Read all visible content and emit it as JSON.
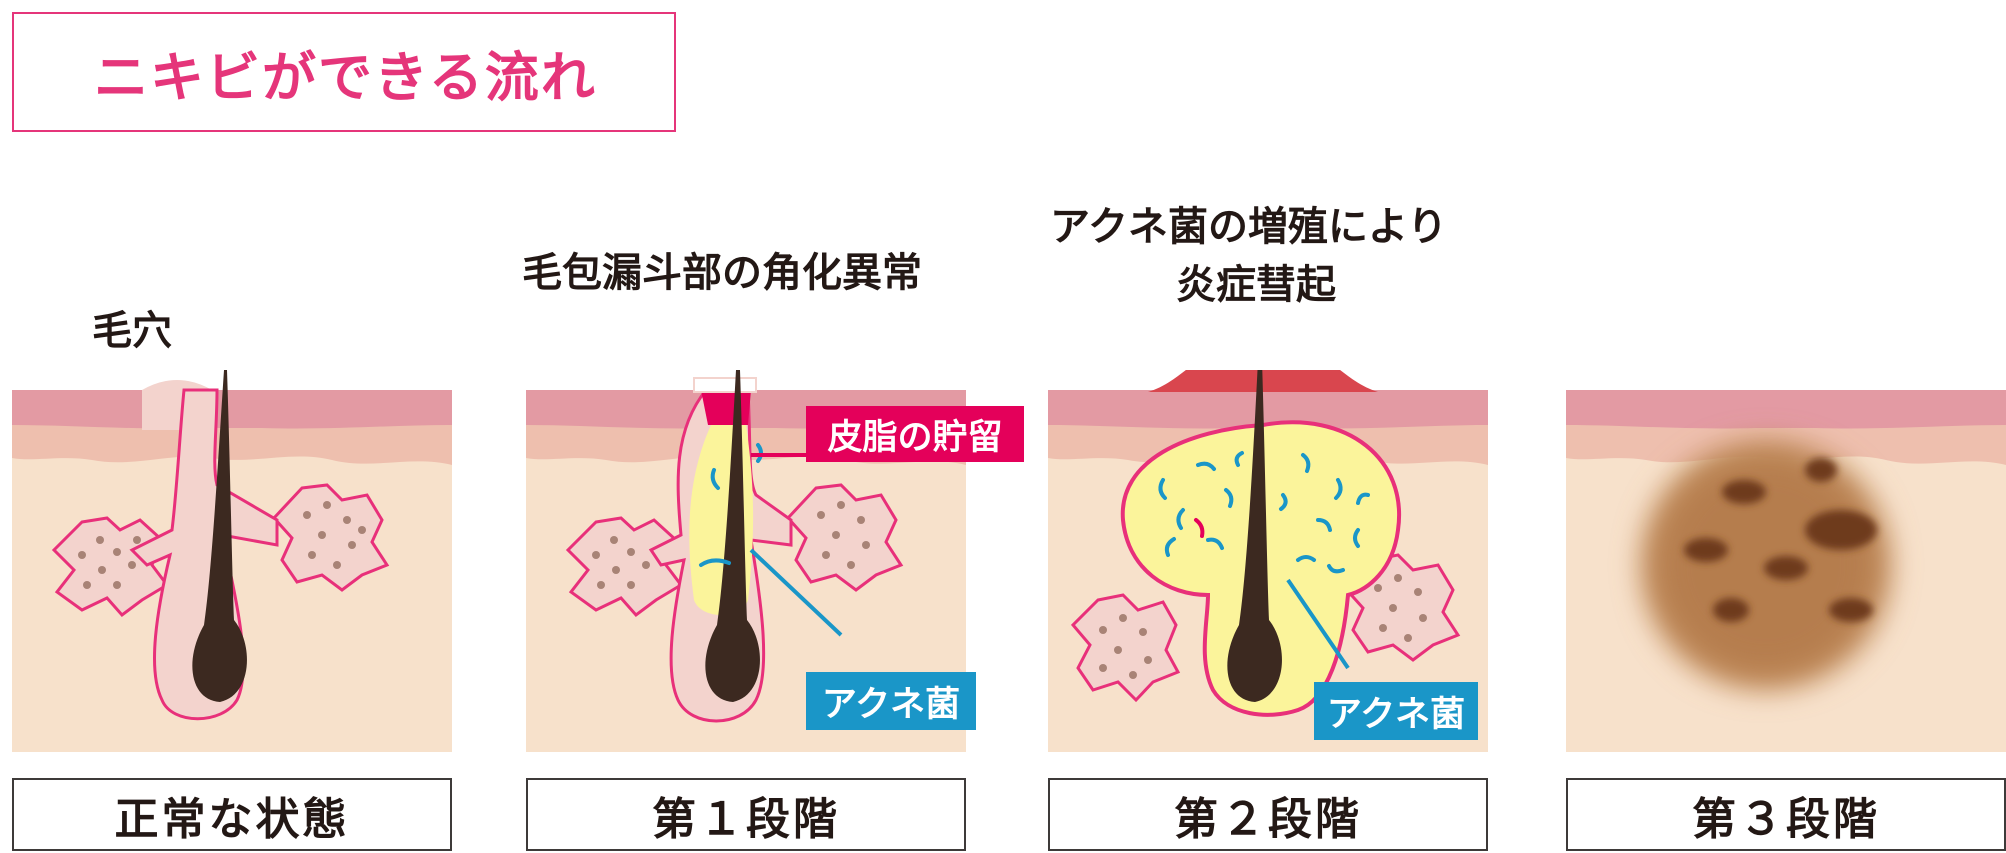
{
  "title": "ニキビができる流れ",
  "panels": [
    {
      "stage": "正常な状態",
      "caption": "毛穴"
    },
    {
      "stage": "第１段階",
      "caption": "毛包漏斗部の角化異常",
      "label_sebum": "皮脂の貯留",
      "label_bacteria": "アクネ菌"
    },
    {
      "stage": "第２段階",
      "caption_line1": "アクネ菌の増殖により",
      "caption_line2": "炎症彗起",
      "label_bacteria": "アクネ菌"
    },
    {
      "stage": "第３段階"
    }
  ],
  "colors": {
    "accent": "#e5357a",
    "tag_pink": "#e4005a",
    "tag_blue": "#1a96c8",
    "skin": "#f7e1cb",
    "epidermis": "#e39aa3",
    "gland": "#f3d3cd",
    "sebum": "#fbf49b",
    "hair": "#3c2920"
  }
}
